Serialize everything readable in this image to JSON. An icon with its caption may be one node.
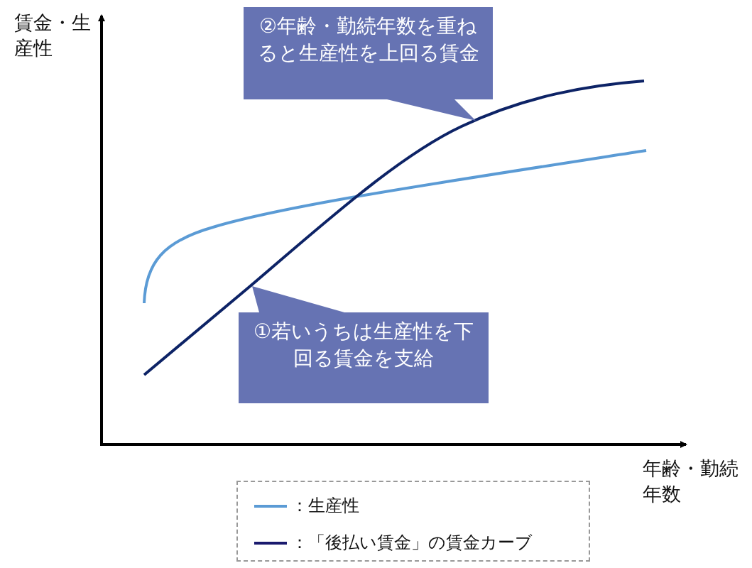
{
  "diagram": {
    "nodes": [
      {
        "text": [
          "②年齢・勤続年数を重ねると生産性を上回る賃金"
        ]
      },
      {
        "text": [
          "①若いうちは生産性を下回る賃金を支給"
        ]
      }
    ],
    "labels": [
      "賃金・生産性",
      "年齢・勤続年数"
    ],
    "legend": [
      {
        "text": "：生産性"
      },
      {
        "text": "：「後払い賃金」の賃金カーブ"
      }
    ]
  }
}
